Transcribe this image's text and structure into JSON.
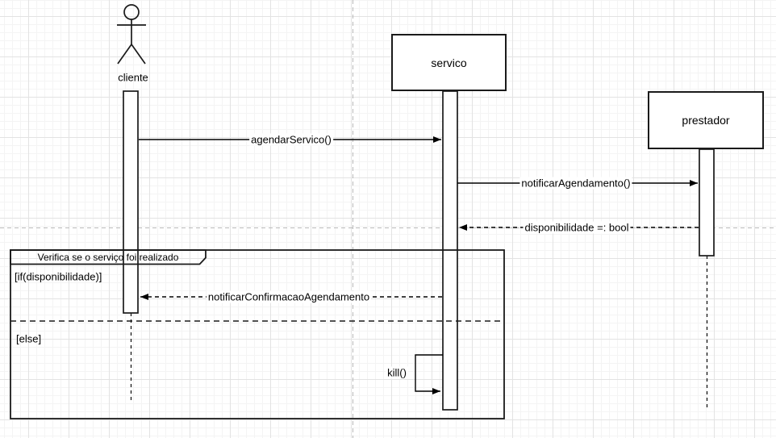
{
  "diagram": {
    "participants": {
      "cliente": "cliente",
      "servico": "servico",
      "prestador": "prestador"
    },
    "messages": {
      "agendarServico": "agendarServico()",
      "notificarAgendamento": "notificarAgendamento()",
      "disponibilidade": "disponibilidade =: bool",
      "notificarConfirmacao": "notificarConfirmacaoAgendamento",
      "kill": "kill()"
    },
    "fragment": {
      "title": "Verifica se o serviço foi realizado",
      "if_guard": "[if(disponibilidade)]",
      "else_guard": "[else]"
    },
    "colors": {
      "stroke": "#000000",
      "shape_fill": "#ffffff",
      "grid_minor": "#f4f4f4",
      "grid_major": "#e3e3e3",
      "page_guide": "#b9b9b9"
    }
  }
}
